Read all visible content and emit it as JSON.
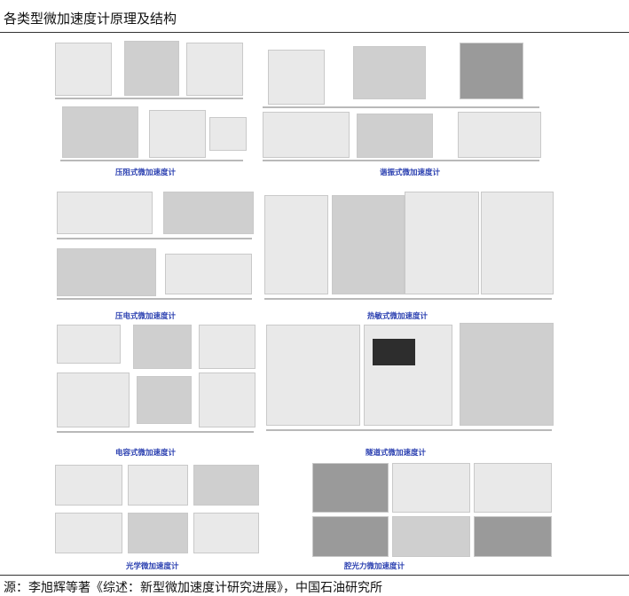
{
  "title": "各类型微加速度计原理及结构",
  "figure": {
    "captions": {
      "piezoresistive": "压阻式微加速度计",
      "resonant": "谐振式微加速度计",
      "piezoelectric": "压电式微加速度计",
      "thermal": "热敏式微加速度计",
      "capacitive": "电容式微加速度计",
      "tunneling": "隧道式微加速度计",
      "optical": "光学微加速度计",
      "optomechanical": "腔光力微加速度计"
    }
  },
  "source": "源：李旭辉等著《综述：新型微加速度计研究进展》，中国石油研究所"
}
